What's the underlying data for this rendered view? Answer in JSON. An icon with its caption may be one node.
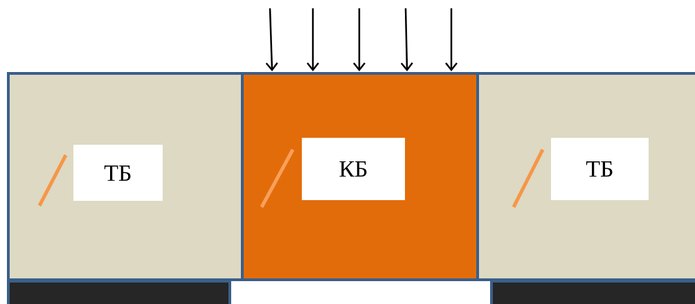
{
  "diagram": {
    "nodes": [
      {
        "text": [
          "ТБ"
        ]
      },
      {
        "text": [
          "КБ"
        ]
      },
      {
        "text": [
          "ТБ"
        ]
      },
      {
        "text": [],
        "shape": "bar"
      },
      {
        "text": [],
        "shape": "bar"
      }
    ]
  }
}
